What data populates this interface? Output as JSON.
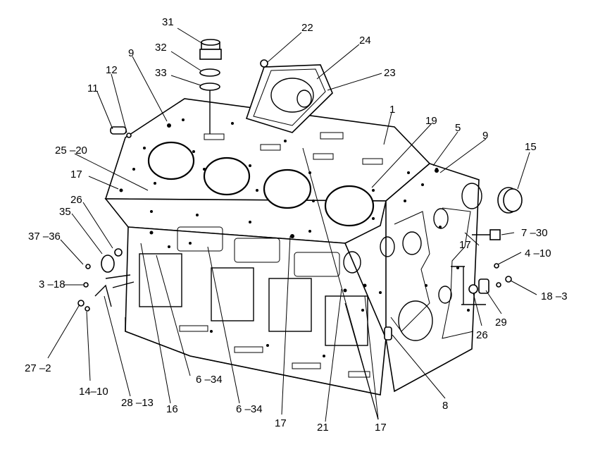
{
  "callouts": [
    {
      "id": "c31",
      "text": "31"
    },
    {
      "id": "c32",
      "text": "32"
    },
    {
      "id": "c33",
      "text": "33"
    },
    {
      "id": "c22",
      "text": "22"
    },
    {
      "id": "c24",
      "text": "24"
    },
    {
      "id": "c23",
      "text": "23"
    },
    {
      "id": "c9a",
      "text": "9"
    },
    {
      "id": "c12",
      "text": "12"
    },
    {
      "id": "c11",
      "text": "11"
    },
    {
      "id": "c1",
      "text": "1"
    },
    {
      "id": "c19",
      "text": "19"
    },
    {
      "id": "c5",
      "text": "5"
    },
    {
      "id": "c9b",
      "text": "9"
    },
    {
      "id": "c15",
      "text": "15"
    },
    {
      "id": "c25",
      "text": "25 –20"
    },
    {
      "id": "c17a",
      "text": "17"
    },
    {
      "id": "c26a",
      "text": "26"
    },
    {
      "id": "c35",
      "text": "35"
    },
    {
      "id": "c37",
      "text": "37 –36"
    },
    {
      "id": "c7",
      "text": "7 –30"
    },
    {
      "id": "c17b",
      "text": "17"
    },
    {
      "id": "c4",
      "text": "4 –10"
    },
    {
      "id": "c3",
      "text": "3  –18"
    },
    {
      "id": "c18",
      "text": "18 –3"
    },
    {
      "id": "c26b",
      "text": "26"
    },
    {
      "id": "c29",
      "text": "29"
    },
    {
      "id": "c27",
      "text": "27 –2"
    },
    {
      "id": "c6a",
      "text": "6 –34"
    },
    {
      "id": "c14",
      "text": "14–10"
    },
    {
      "id": "c8",
      "text": "8"
    },
    {
      "id": "c28",
      "text": "28  –13"
    },
    {
      "id": "c16",
      "text": "16"
    },
    {
      "id": "c6b",
      "text": "6 –34"
    },
    {
      "id": "c17c",
      "text": "17"
    },
    {
      "id": "c21",
      "text": "21"
    },
    {
      "id": "c17d",
      "text": "17"
    }
  ]
}
